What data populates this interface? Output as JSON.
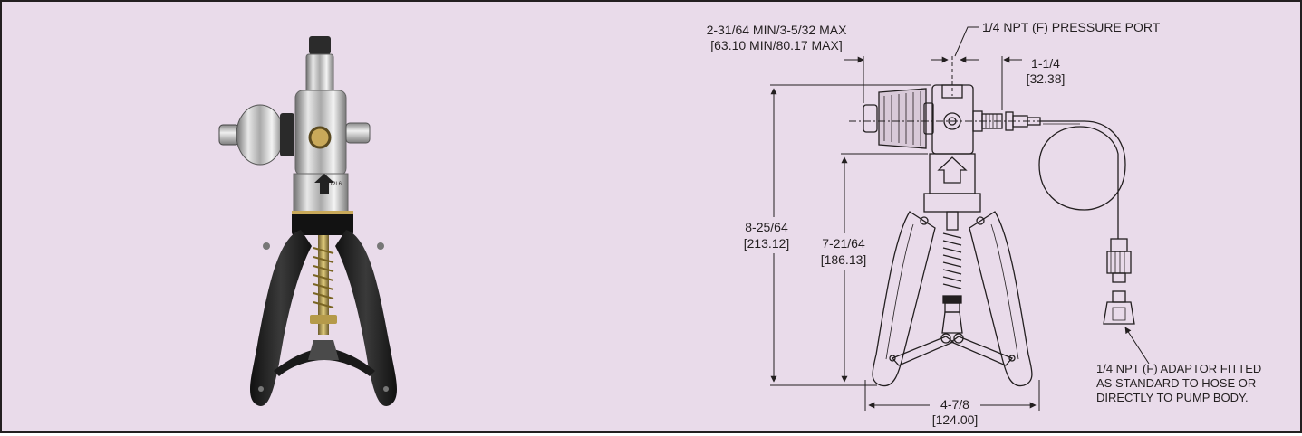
{
  "figure": {
    "background": "#e9dbea",
    "border_color": "#231f20",
    "photo": {
      "subject": "hand pressure pump",
      "label_text": "DPI 6"
    },
    "drawing": {
      "port_label": "1/4 NPT (F) PRESSURE PORT",
      "dim_width_in": "2-31/64 MIN/3-5/32 MAX",
      "dim_width_mm": "[63.10 MIN/80.17 MAX]",
      "dim_port_in": "1-1/4",
      "dim_port_mm": "[32.38]",
      "dim_total_height_in": "8-25/64",
      "dim_total_height_mm": "[213.12]",
      "dim_body_height_in": "7-21/64",
      "dim_body_height_mm": "[186.13]",
      "dim_base_width_in": "4-7/8",
      "dim_base_width_mm": "[124.00]",
      "adaptor_note_line1": "1/4 NPT (F) ADAPTOR FITTED",
      "adaptor_note_line2": "AS STANDARD TO HOSE OR",
      "adaptor_note_line3": "DIRECTLY TO PUMP BODY."
    }
  }
}
